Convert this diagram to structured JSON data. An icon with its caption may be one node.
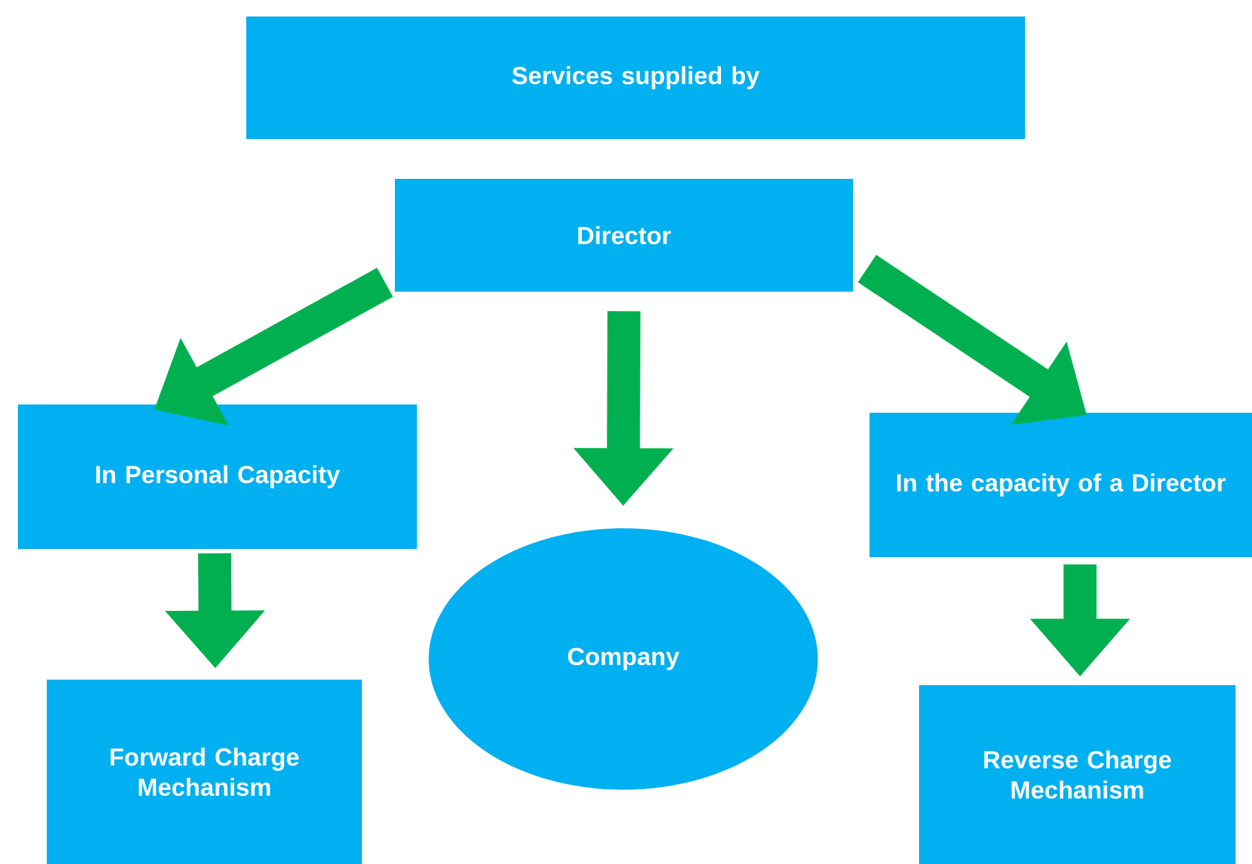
{
  "diagram": {
    "nodes": [
      {
        "text": [
          "Services supplied by"
        ]
      },
      {
        "text": [
          "Director"
        ]
      },
      {
        "text": [
          "In Personal Capacity"
        ]
      },
      {
        "text": [
          "Company"
        ]
      },
      {
        "text": [
          "In the capacity of a Director"
        ]
      },
      {
        "text": [
          "Forward Charge Mechanism"
        ]
      },
      {
        "text": [
          "Reverse Charge Mechanism"
        ]
      }
    ],
    "edges": [
      {
        "from": 1,
        "to": 2,
        "arrow": "to"
      },
      {
        "from": 1,
        "to": 3,
        "arrow": "to"
      },
      {
        "from": 1,
        "to": 4,
        "arrow": "to"
      },
      {
        "from": 2,
        "to": 5,
        "arrow": "to"
      },
      {
        "from": 4,
        "to": 6,
        "arrow": "to"
      }
    ]
  }
}
